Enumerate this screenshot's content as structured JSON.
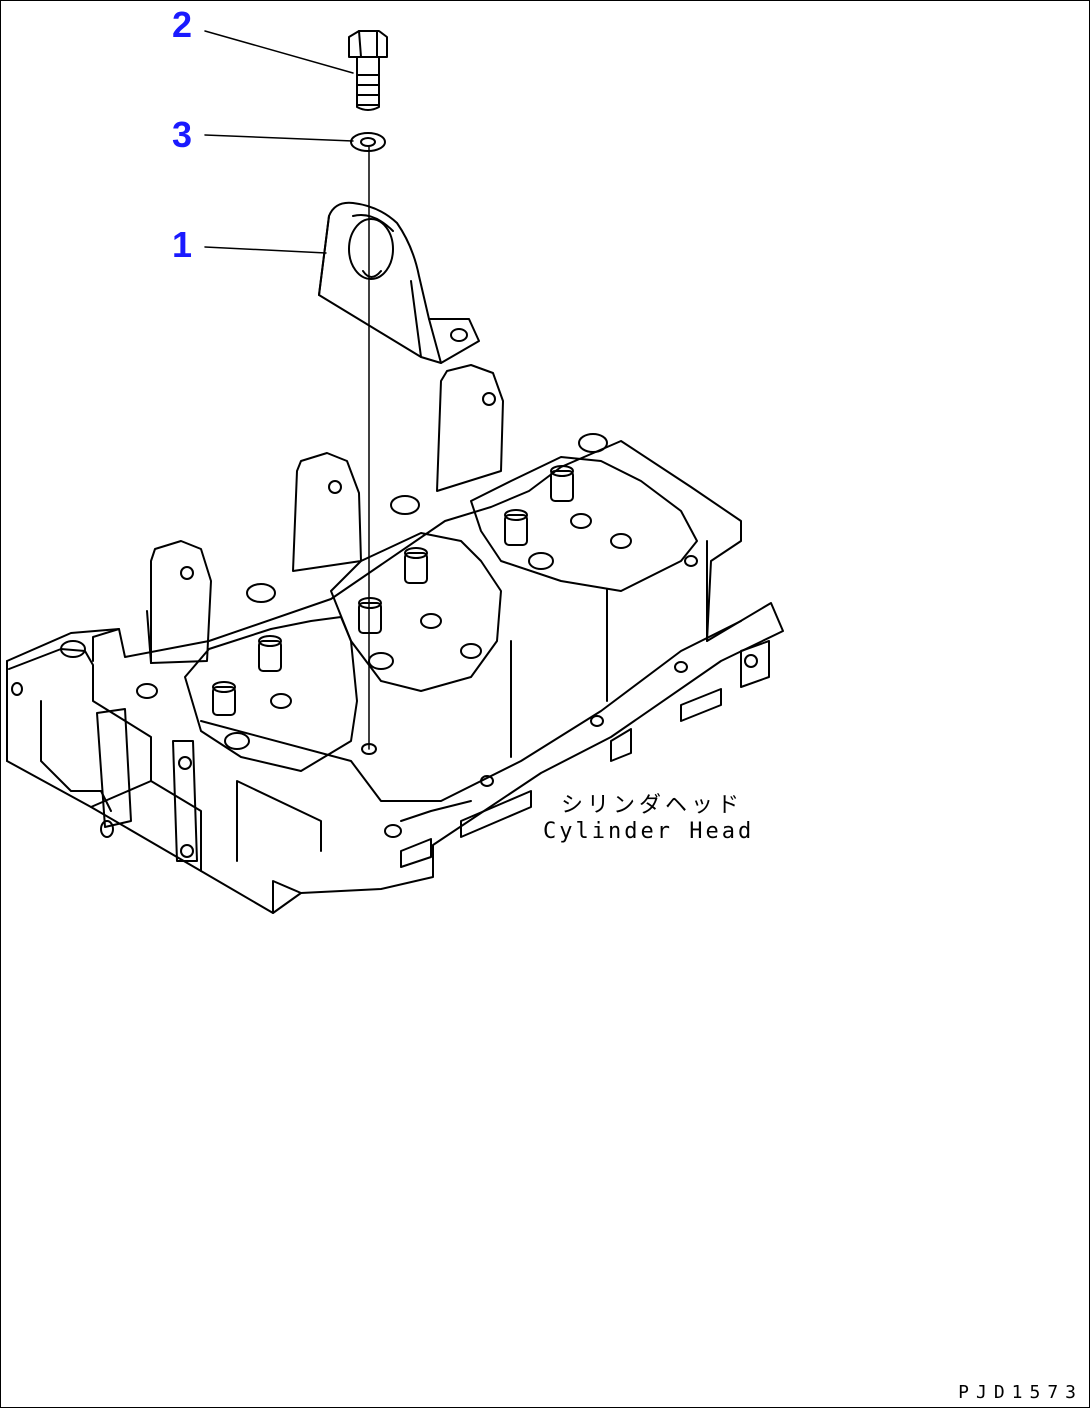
{
  "callouts": [
    {
      "number": "2",
      "part": "bolt"
    },
    {
      "number": "3",
      "part": "washer"
    },
    {
      "number": "1",
      "part": "hanger"
    }
  ],
  "labels": {
    "cylinder_head_jp": "シリンダヘッド",
    "cylinder_head_en": "Cylinder Head"
  },
  "drawing_code": "PJD1573",
  "colors": {
    "callout": "#1a1aff",
    "line": "#000000",
    "background": "#ffffff"
  }
}
